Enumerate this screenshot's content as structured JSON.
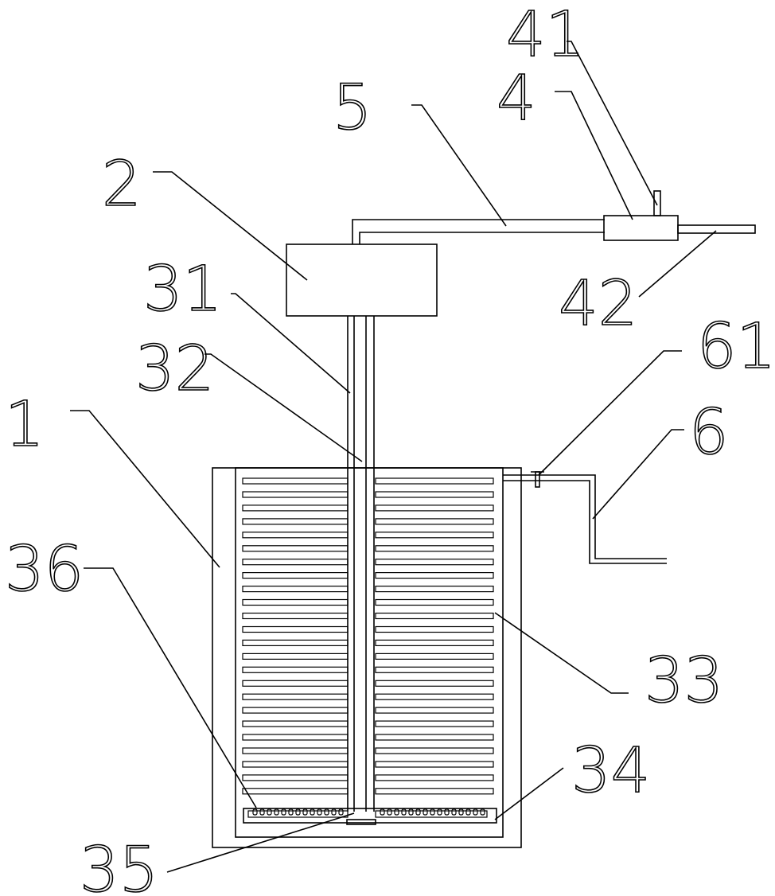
{
  "labels": {
    "l41": "41",
    "l4": "4",
    "l5": "5",
    "l2": "2",
    "l31": "31",
    "l42": "42",
    "l32": "32",
    "l61": "61",
    "l1": "1",
    "l6": "6",
    "l36": "36",
    "l33": "33",
    "l34": "34",
    "l35": "35"
  },
  "colors": {
    "stroke": "#000000",
    "background": "#ffffff"
  }
}
